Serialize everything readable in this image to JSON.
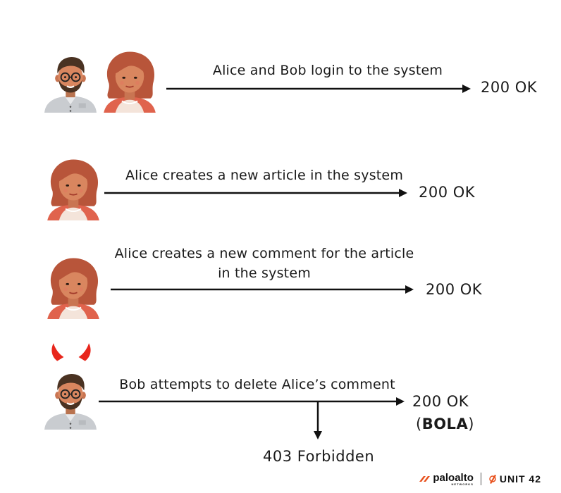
{
  "steps": [
    {
      "label": "Alice and Bob login to the system",
      "status": "200 OK"
    },
    {
      "label": "Alice creates a new article in the system",
      "status": "200 OK"
    },
    {
      "label_line1": "Alice creates a new comment for the article",
      "label_line2": "in the system",
      "status": "200 OK"
    },
    {
      "label": "Bob attempts to delete Alice’s comment",
      "status": "200 OK",
      "status_note_open": "(",
      "status_note_bold": "BOLA",
      "status_note_close": ")",
      "branch_status": "403 Forbidden"
    }
  ],
  "logos": {
    "paloalto": "paloalto",
    "paloalto_sub": "NETWORKS",
    "unit42": "UNIT 42"
  },
  "colors": {
    "skin": "#d9865f",
    "alice_hair": "#b8553a",
    "alice_shirt": "#e0634d",
    "bob_hair": "#4a3222",
    "bob_shirt": "#c9ccd0",
    "devil_horns": "#e8261c",
    "arrow": "#111111"
  }
}
